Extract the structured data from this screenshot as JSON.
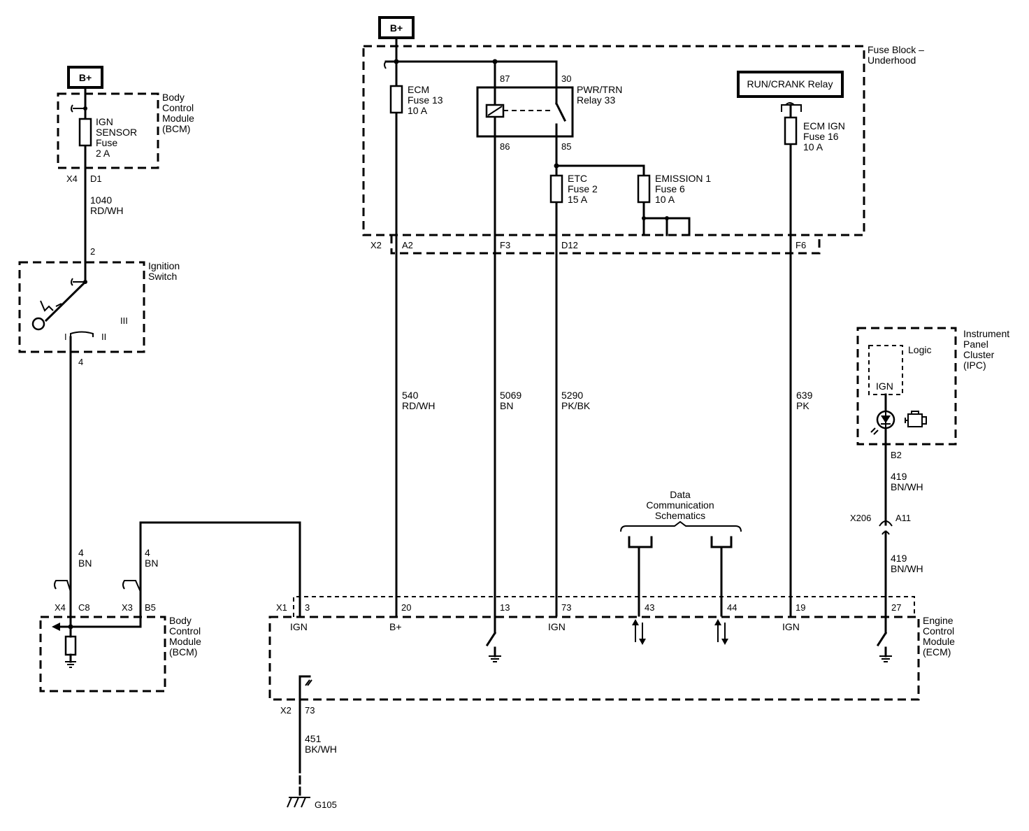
{
  "sources": {
    "bplus_top": "B+",
    "bplus_left": "B+"
  },
  "fuse_block": {
    "name_line1": "Fuse Block –",
    "name_line2": "Underhood",
    "ecm_fuse": [
      "ECM",
      "Fuse 13",
      "10 A"
    ],
    "relay": [
      "PWR/TRN",
      "Relay 33"
    ],
    "relay_pins": {
      "p87": "87",
      "p30": "30",
      "p86": "86",
      "p85": "85"
    },
    "etc_fuse": [
      "ETC",
      "Fuse 2",
      "15 A"
    ],
    "emission_fuse": [
      "EMISSION 1",
      "Fuse 6",
      "10 A"
    ],
    "run_crank_relay": "RUN/CRANK Relay",
    "ecm_ign_fuse": [
      "ECM IGN",
      "Fuse 16",
      "10 A"
    ],
    "connector": "X2",
    "pins": {
      "a2": "A2",
      "f3": "F3",
      "d12": "D12",
      "f6": "F6"
    }
  },
  "bcm_top": {
    "name": [
      "Body",
      "Control",
      "Module",
      "(BCM)"
    ],
    "fuse": [
      "IGN",
      "SENSOR",
      "Fuse",
      "2 A"
    ],
    "connector": "X4",
    "pin": "D1"
  },
  "wires": {
    "w1040": [
      "1040",
      "RD/WH"
    ],
    "w540": [
      "540",
      "RD/WH"
    ],
    "w5069": [
      "5069",
      "BN"
    ],
    "w5290": [
      "5290",
      "PK/BK"
    ],
    "w639": [
      "639",
      "PK"
    ],
    "w4a": [
      "4",
      "BN"
    ],
    "w4b": [
      "4",
      "BN"
    ],
    "w419a": [
      "419",
      "BN/WH"
    ],
    "w419b": [
      "419",
      "BN/WH"
    ],
    "w451": [
      "451",
      "BK/WH"
    ]
  },
  "ignition_switch": {
    "name": [
      "Ignition",
      "Switch"
    ],
    "pin_top": "2",
    "pin_bottom": "4",
    "pos1": "I",
    "pos2": "II",
    "pos3": "III"
  },
  "ipc": {
    "name": [
      "Instrument",
      "Panel",
      "Cluster",
      "(IPC)"
    ],
    "logic": "Logic",
    "ign": "IGN",
    "pin": "B2"
  },
  "inline_connector": {
    "name": "X206",
    "pin": "A11"
  },
  "data_comm": [
    "Data",
    "Communication",
    "Schematics"
  ],
  "bcm_bottom": {
    "name": [
      "Body",
      "Control",
      "Module",
      "(BCM)"
    ],
    "conn_x4": "X4",
    "pin_c8": "C8",
    "conn_x3": "X3",
    "pin_b5": "B5"
  },
  "ecm": {
    "name": [
      "Engine",
      "Control",
      "Module",
      "(ECM)"
    ],
    "connector_x1": "X1",
    "pins": {
      "p3": "3",
      "p20": "20",
      "p13": "13",
      "p73": "73",
      "p43": "43",
      "p44": "44",
      "p19": "19",
      "p27": "27"
    },
    "labels": {
      "ign1": "IGN",
      "bplus": "B+",
      "ign2": "IGN",
      "ign3": "IGN"
    },
    "connector_x2": "X2",
    "pin_x2": "73"
  },
  "ground": {
    "name": "G105"
  }
}
